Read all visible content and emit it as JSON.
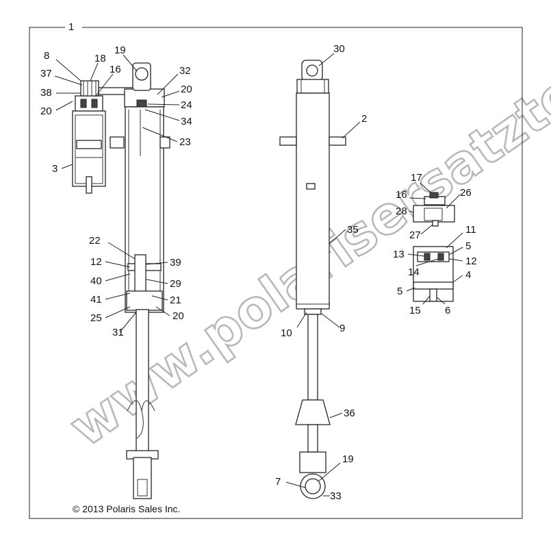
{
  "diagram": {
    "frame_label": "1",
    "copyright": "© 2013 Polaris Sales Inc.",
    "watermark": "www.polarisersatzteile.de",
    "callouts": [
      {
        "id": "c8",
        "text": "8"
      },
      {
        "id": "c18",
        "text": "18"
      },
      {
        "id": "c19a",
        "text": "19"
      },
      {
        "id": "c37",
        "text": "37"
      },
      {
        "id": "c16a",
        "text": "16"
      },
      {
        "id": "c32",
        "text": "32"
      },
      {
        "id": "c38",
        "text": "38"
      },
      {
        "id": "c20a",
        "text": "20"
      },
      {
        "id": "c20b",
        "text": "20"
      },
      {
        "id": "c24",
        "text": "24"
      },
      {
        "id": "c34",
        "text": "34"
      },
      {
        "id": "c23",
        "text": "23"
      },
      {
        "id": "c3",
        "text": "3"
      },
      {
        "id": "c22",
        "text": "22"
      },
      {
        "id": "c12a",
        "text": "12"
      },
      {
        "id": "c39",
        "text": "39"
      },
      {
        "id": "c40",
        "text": "40"
      },
      {
        "id": "c29",
        "text": "29"
      },
      {
        "id": "c41",
        "text": "41"
      },
      {
        "id": "c21",
        "text": "21"
      },
      {
        "id": "c25",
        "text": "25"
      },
      {
        "id": "c20c",
        "text": "20"
      },
      {
        "id": "c31",
        "text": "31"
      },
      {
        "id": "c30",
        "text": "30"
      },
      {
        "id": "c2",
        "text": "2"
      },
      {
        "id": "c35",
        "text": "35"
      },
      {
        "id": "c10",
        "text": "10"
      },
      {
        "id": "c9",
        "text": "9"
      },
      {
        "id": "c36",
        "text": "36"
      },
      {
        "id": "c19b",
        "text": "19"
      },
      {
        "id": "c7",
        "text": "7"
      },
      {
        "id": "c33",
        "text": "33"
      },
      {
        "id": "c17",
        "text": "17"
      },
      {
        "id": "c16b",
        "text": "16"
      },
      {
        "id": "c26",
        "text": "26"
      },
      {
        "id": "c28",
        "text": "28"
      },
      {
        "id": "c27",
        "text": "27"
      },
      {
        "id": "c11",
        "text": "11"
      },
      {
        "id": "c5a",
        "text": "5"
      },
      {
        "id": "c13",
        "text": "13"
      },
      {
        "id": "c12b",
        "text": "12"
      },
      {
        "id": "c14",
        "text": "14"
      },
      {
        "id": "c4",
        "text": "4"
      },
      {
        "id": "c5b",
        "text": "5"
      },
      {
        "id": "c15",
        "text": "15"
      },
      {
        "id": "c6",
        "text": "6"
      }
    ]
  }
}
